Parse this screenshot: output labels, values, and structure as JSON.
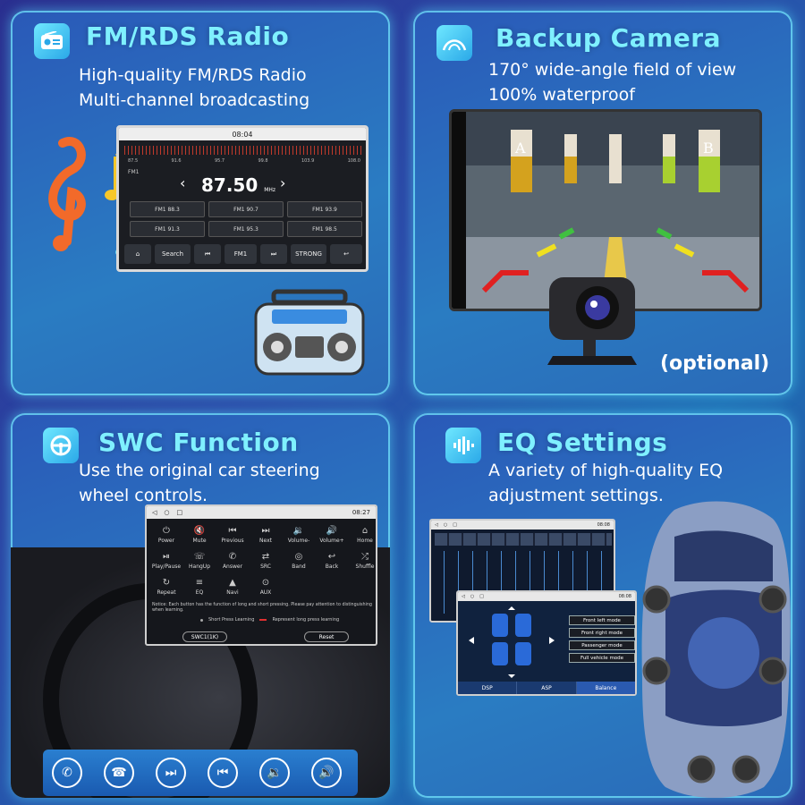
{
  "panels": {
    "fm": {
      "title": "FM/RDS Radio",
      "subtitle_1": "High-quality FM/RDS Radio",
      "subtitle_2": "Multi-channel broadcasting",
      "screen": {
        "time": "08:04",
        "band": "FM1",
        "freq": "87.50",
        "unit": "MHz",
        "scale": [
          "87.5",
          "91.6",
          "95.7",
          "99.8",
          "103.9",
          "108.0"
        ],
        "presets": [
          "FM1 88.3",
          "FM1 90.7",
          "FM1 93.9",
          "FM1 91.3",
          "FM1 95.3",
          "FM1 98.5"
        ],
        "toolbar": [
          "Search",
          "FM1",
          "STRONG"
        ]
      }
    },
    "camera": {
      "title": "Backup Camera",
      "subtitle_1": "170° wide-angle field of view",
      "subtitle_2": "100% waterproof",
      "pillar_a": "A",
      "pillar_b": "B",
      "optional": "(optional)"
    },
    "swc": {
      "title": "SWC Function",
      "subtitle_1": "Use the original car steering",
      "subtitle_2": "wheel controls.",
      "time": "08:27",
      "buttons": [
        "Power",
        "Mute",
        "Previous",
        "Next",
        "Volume-",
        "Volume+",
        "Home",
        "Play/Pause",
        "HangUp",
        "Answer",
        "SRC",
        "Band",
        "Back",
        "Shuffle",
        "Repeat",
        "EQ",
        "Navi",
        "AUX"
      ],
      "notice": "Notice: Each button has the function of long and short pressing. Please pay attention to distinguishing when learning.",
      "legend_short": "Short Press Learning",
      "legend_long": "Represent long press learning",
      "select": "SWC1(1K)",
      "reset": "Reset"
    },
    "eq": {
      "title": "EQ Settings",
      "subtitle_1": "A variety of high-quality EQ",
      "subtitle_2": "adjustment settings.",
      "time": "08:08",
      "modes": [
        "Front left mode",
        "Front right mode",
        "Passenger mode",
        "Full vehicle mode"
      ],
      "tabs": [
        "DSP",
        "ASP",
        "Balance"
      ]
    }
  },
  "colors": {
    "title": "#7ff0ff",
    "panel_glow": "#5ae6ff",
    "background": "#2b4aa8"
  }
}
